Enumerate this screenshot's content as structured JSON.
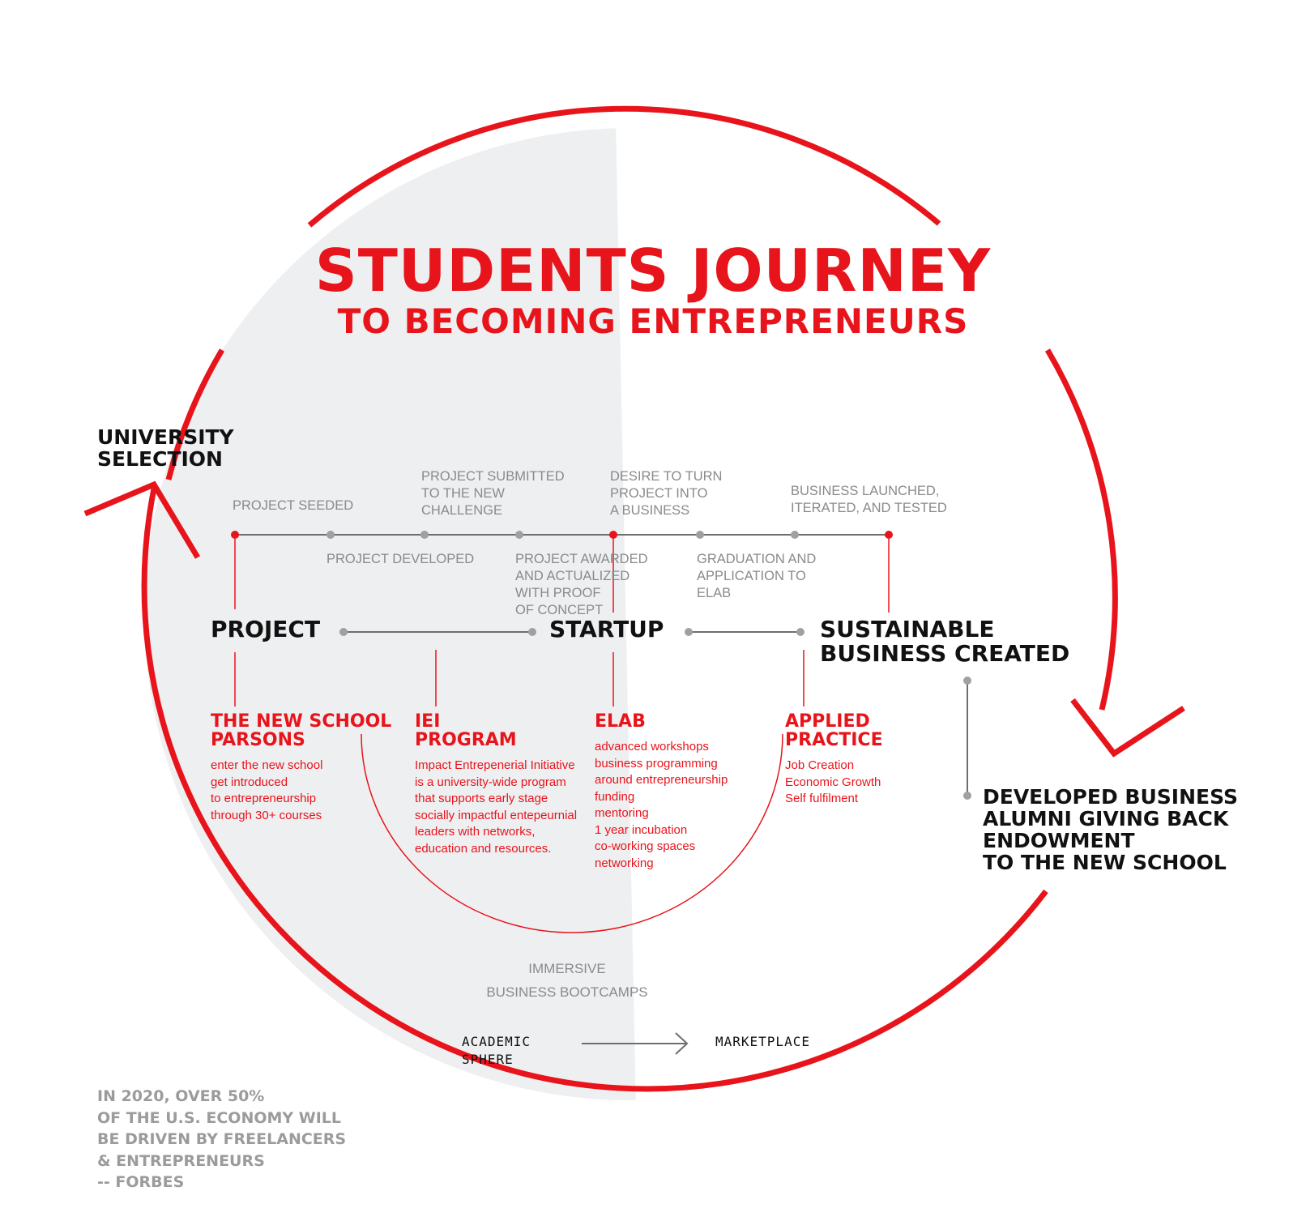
{
  "title": {
    "line1": "STUDENTS JOURNEY",
    "line2": "TO BECOMING ENTREPRENEURS"
  },
  "university_selection": "UNIVERSITY\nSELECTION",
  "milestones": {
    "project_seeded": "PROJECT SEEDED",
    "project_submitted": "PROJECT SUBMITTED\nTO THE NEW\nCHALLENGE",
    "desire_to_turn": "DESIRE TO TURN\nPROJECT INTO\nA BUSINESS",
    "business_launched": "BUSINESS LAUNCHED,\nITERATED, AND TESTED",
    "project_developed": "PROJECT DEVELOPED",
    "project_awarded": "PROJECT AWARDED\nAND ACTUALIZED\nWITH PROOF\nOF CONCEPT",
    "graduation": "GRADUATION AND\nAPPLICATION TO\nELAB"
  },
  "stages": {
    "project": "PROJECT",
    "startup": "STARTUP",
    "sustainable": "SUSTAINABLE\nBUSINESS CREATED"
  },
  "programs": [
    {
      "title": "THE NEW SCHOOL\nPARSONS",
      "body": "enter the new school\nget introduced\nto entrepreneurship\nthrough 30+ courses"
    },
    {
      "title": "IEI\nPROGRAM",
      "body": "Impact Entrepenerial Initiative\nis a university-wide program\nthat supports early stage\nsocially impactful entepeurnial\nleaders  with networks,\neducation and resources."
    },
    {
      "title": "ELAB",
      "body": "advanced workshops\nbusiness programming\naround entrepreneurship\nfunding\nmentoring\n1 year incubation\nco-working spaces\nnetworking"
    },
    {
      "title": "APPLIED\nPRACTICE",
      "body": "Job Creation\nEconomic Growth\nSelf fulfilment"
    }
  ],
  "developed": "DEVELOPED BUSINESS\nALUMNI GIVING BACK\nENDOWMENT\nTO THE NEW SCHOOL",
  "bootcamps": "IMMERSIVE\nBUSINESS BOOTCAMPS",
  "spheres": {
    "academic": "ACADEMIC\nSPHERE",
    "marketplace": "MARKETPLACE"
  },
  "quote": "IN 2020, OVER 50%\nOF THE U.S. ECONOMY WILL\nBE DRIVEN BY FREELANCERS\n& ENTREPRENEURS\n-- FORBES",
  "colors": {
    "red": "#e8141b",
    "gray_text": "#8a8a8a",
    "line_gray": "#6e6e6e",
    "shade": "#eeeff1",
    "black": "#111111"
  }
}
